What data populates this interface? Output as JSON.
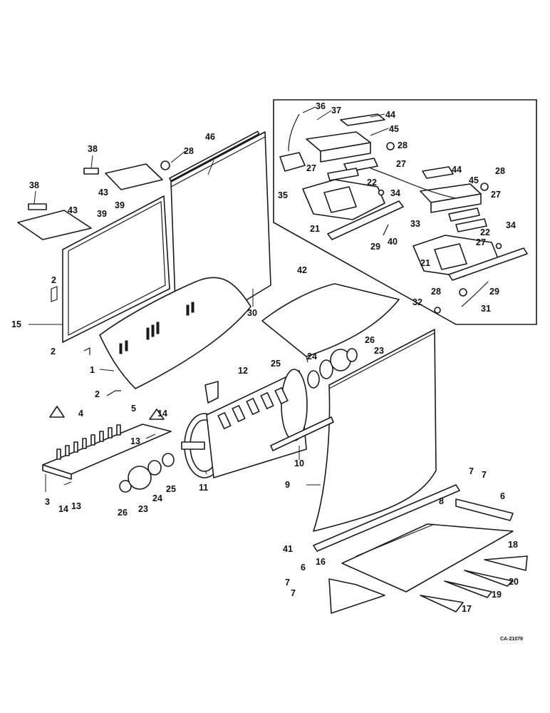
{
  "drawing_code": "CA-21078",
  "callouts": [
    "36",
    "37",
    "44",
    "45",
    "28",
    "27",
    "27",
    "22",
    "35",
    "34",
    "21",
    "33",
    "29",
    "40",
    "44",
    "45",
    "28",
    "27",
    "22",
    "34",
    "27",
    "21",
    "28",
    "29",
    "32",
    "31",
    "46",
    "28",
    "38",
    "43",
    "39",
    "38",
    "43",
    "39",
    "2",
    "15",
    "30",
    "42",
    "2",
    "1",
    "26",
    "23",
    "24",
    "25",
    "12",
    "2",
    "4",
    "5",
    "14",
    "13",
    "9",
    "10",
    "11",
    "3",
    "14",
    "13",
    "26",
    "23",
    "24",
    "25",
    "7",
    "7",
    "6",
    "8",
    "41",
    "16",
    "18",
    "20",
    "6",
    "7",
    "7",
    "19",
    "17"
  ]
}
